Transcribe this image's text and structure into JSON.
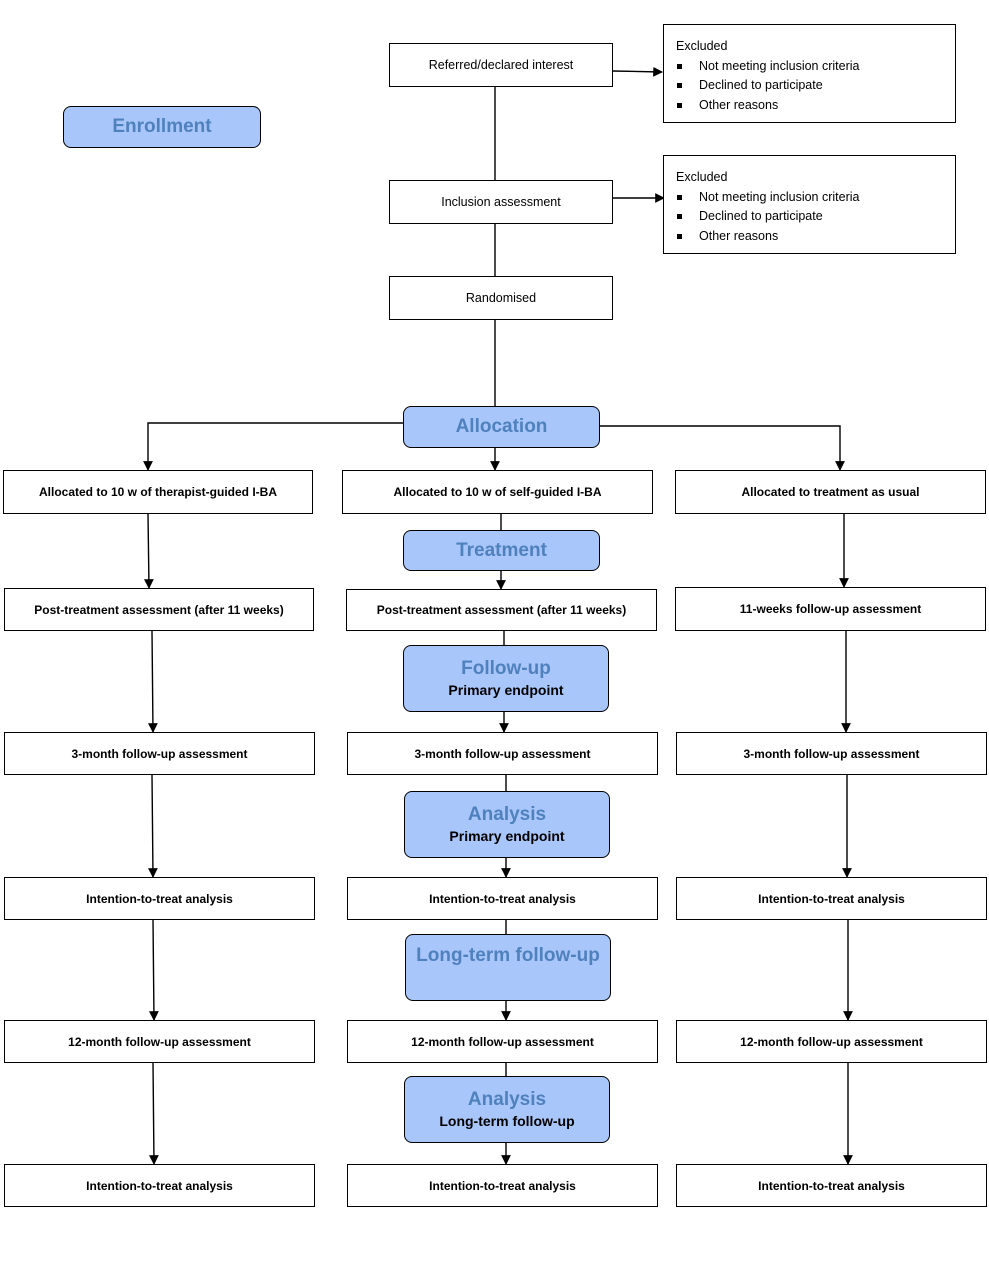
{
  "stages": {
    "enrollment": "Enrollment",
    "allocation": "Allocation",
    "treatment": "Treatment",
    "follow_up": {
      "title": "Follow-up",
      "sub": "Primary endpoint"
    },
    "analysis_primary": {
      "title": "Analysis",
      "sub": "Primary endpoint"
    },
    "long_term": "Long-term follow-up",
    "analysis_long_term": {
      "title": "Analysis",
      "sub": "Long-term follow-up"
    }
  },
  "top": {
    "referred": "Referred/declared interest",
    "inclusion": "Inclusion assessment",
    "randomised": "Randomised"
  },
  "excluded": [
    {
      "heading": "Excluded",
      "items": [
        "Not meeting inclusion criteria",
        "Declined to participate",
        "Other reasons"
      ]
    },
    {
      "heading": "Excluded",
      "items": [
        "Not meeting inclusion criteria",
        "Declined to participate",
        "Other reasons"
      ]
    }
  ],
  "columns": {
    "left": {
      "allocated": "Allocated to 10 w of therapist-guided I-BA",
      "post": "Post-treatment assessment (after 11 weeks)",
      "three_month": "3-month follow-up assessment",
      "itt1": "Intention-to-treat analysis",
      "twelve_month": "12-month follow-up assessment",
      "itt2": "Intention-to-treat analysis"
    },
    "middle": {
      "allocated": "Allocated to 10 w of self-guided I-BA",
      "post": "Post-treatment assessment (after 11 weeks)",
      "three_month": "3-month follow-up assessment",
      "itt1": "Intention-to-treat analysis",
      "twelve_month": "12-month follow-up assessment",
      "itt2": "Intention-to-treat analysis"
    },
    "right": {
      "allocated": "Allocated to treatment as usual",
      "post": "11-weeks follow-up assessment",
      "three_month": "3-month follow-up assessment",
      "itt1": "Intention-to-treat analysis",
      "twelve_month": "12-month follow-up assessment",
      "itt2": "Intention-to-treat analysis"
    }
  },
  "colors": {
    "stage_fill": "#a8c6fa",
    "stage_text": "#4f81bd",
    "line": "#000000"
  }
}
